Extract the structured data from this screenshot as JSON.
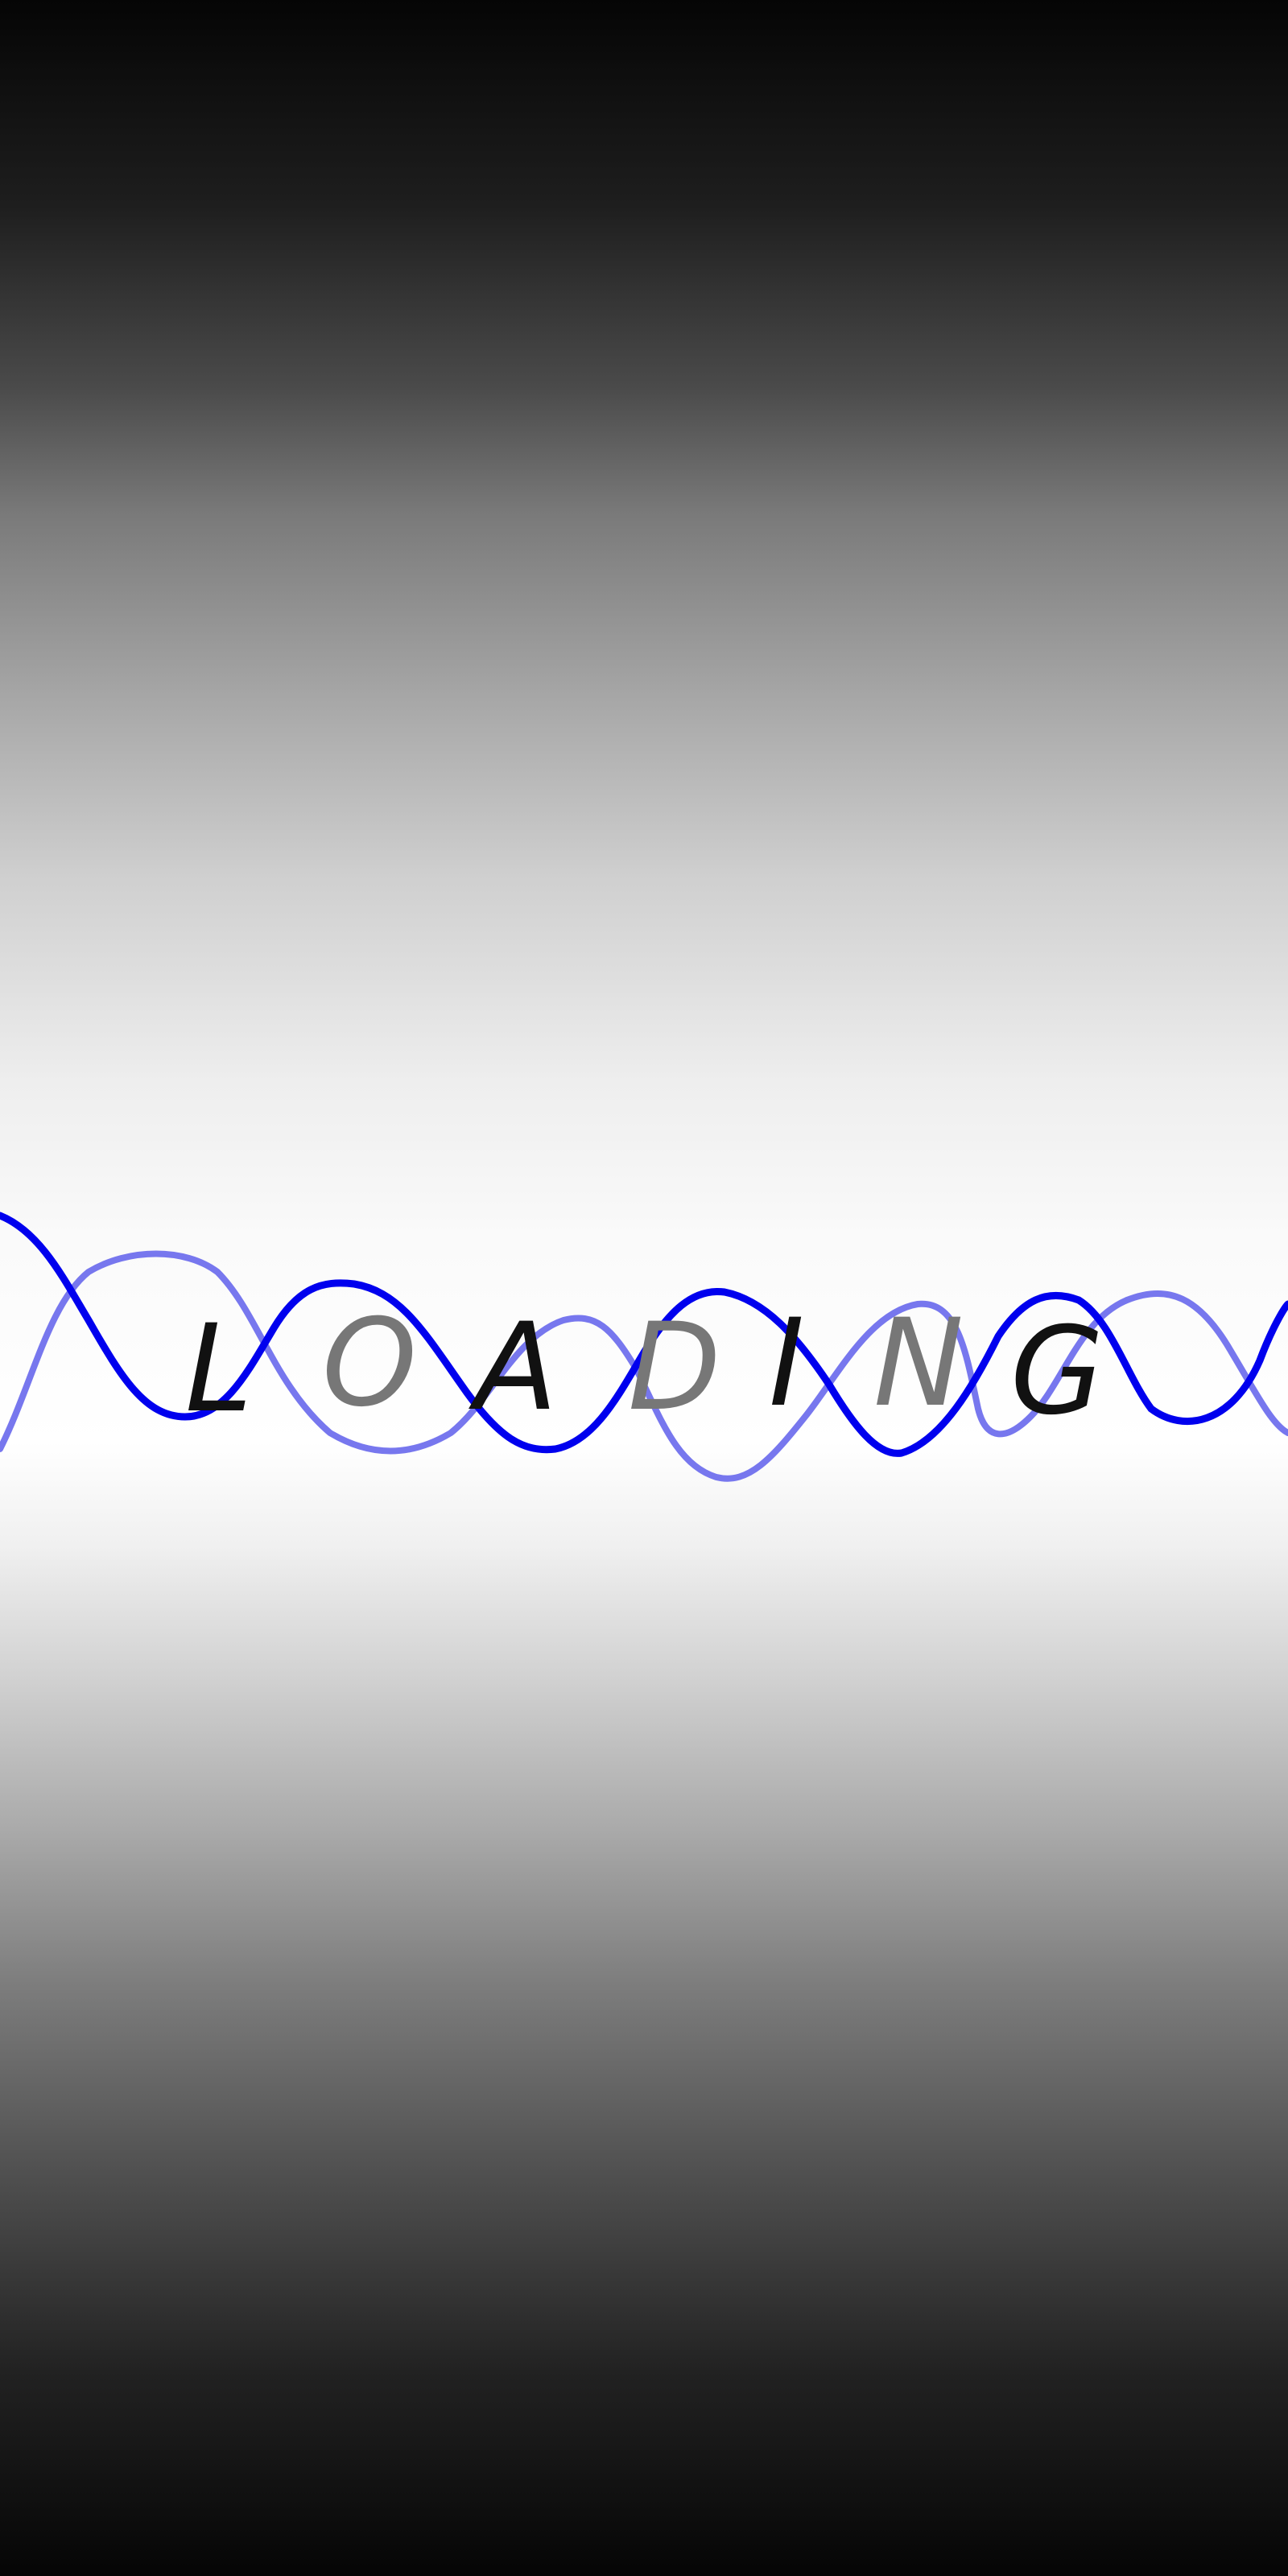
{
  "loading": {
    "letters": [
      "L",
      "O",
      "A",
      "D",
      "I",
      "N",
      "G"
    ],
    "letter_colors": [
      "#111111",
      "#777777",
      "#111111",
      "#777777",
      "#111111",
      "#777777",
      "#111111"
    ]
  },
  "colors": {
    "primary_wave": "#0000ee",
    "secondary_wave": "#7777ee"
  }
}
